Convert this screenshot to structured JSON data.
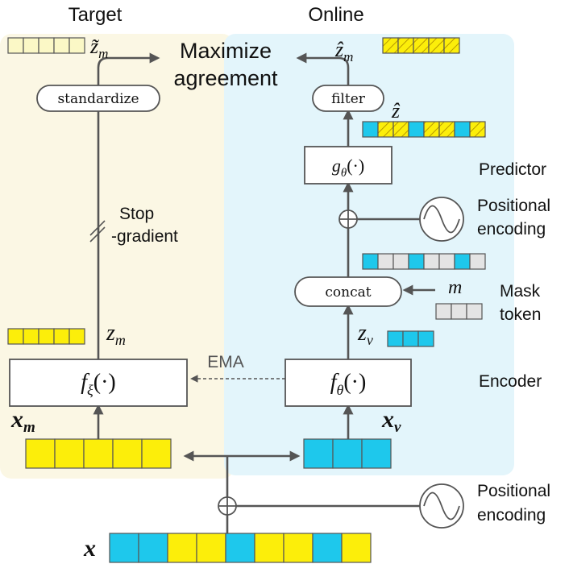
{
  "titles": {
    "target": "Target",
    "online": "Online"
  },
  "objective": {
    "line1": "Maximize",
    "line2": "agreement"
  },
  "nodes": {
    "standardize": "standardize",
    "filter": "filter",
    "concat": "concat",
    "predictor_fn": {
      "base": "g",
      "sub": "θ",
      "args": "(·)"
    },
    "target_encoder_fn": {
      "base": "f",
      "sub": "ξ",
      "args": "(·)"
    },
    "online_encoder_fn": {
      "base": "f",
      "sub": "θ",
      "args": "(·)"
    }
  },
  "side_labels": {
    "predictor": "Predictor",
    "positional_encoding_1": "Positional",
    "positional_encoding_2": "encoding",
    "mask_token_1": "Mask",
    "mask_token_2": "token",
    "encoder": "Encoder",
    "stop_gradient_1": "Stop",
    "stop_gradient_2": "-gradient",
    "ema": "EMA"
  },
  "math_labels": {
    "z_tilde_m": {
      "base": "z̃",
      "sub": "m"
    },
    "z_hat_m": {
      "base": "ẑ",
      "sub": "m"
    },
    "z_hat": {
      "base": "ẑ"
    },
    "z_m": {
      "base": "z",
      "sub": "m"
    },
    "z_v": {
      "base": "z",
      "sub": "v"
    },
    "x_m": {
      "base": "x",
      "sub": "m"
    },
    "x_v": {
      "base": "x",
      "sub": "v"
    },
    "x": {
      "base": "x"
    },
    "m": {
      "base": "m"
    }
  },
  "colors": {
    "yellow": "#fcee0a",
    "cyan": "#1ec8ec",
    "gray": "#e4e4e4",
    "pale_yellow": "#fbf8c6",
    "hatch_line": "#b89a00",
    "target_panel": "#fbf7e4",
    "online_panel": "#e3f5fb",
    "line": "#555555"
  },
  "token_strips": {
    "input_x": [
      "yellow-token",
      "cyan",
      "yellow",
      "yellow",
      "cyan",
      "yellow",
      "yellow",
      "cyan",
      "yellow"
    ],
    "x_m": [
      "yellow",
      "yellow",
      "yellow",
      "yellow",
      "yellow"
    ],
    "x_v": [
      "cyan",
      "cyan",
      "cyan"
    ],
    "z_m": [
      "yellow",
      "yellow",
      "yellow",
      "yellow",
      "yellow"
    ],
    "z_v": [
      "cyan",
      "cyan",
      "cyan"
    ],
    "mask_token": [
      "gray",
      "gray",
      "gray"
    ],
    "concat_out": [
      "cyan",
      "gray",
      "gray",
      "cyan",
      "gray",
      "gray",
      "cyan",
      "gray"
    ],
    "z_hat": [
      "cyan",
      "hatched",
      "hatched",
      "cyan",
      "hatched",
      "hatched",
      "cyan",
      "hatched"
    ],
    "z_hat_m": [
      "hatched",
      "hatched",
      "hatched",
      "hatched",
      "hatched"
    ],
    "z_tilde_m": [
      "pale",
      "pale",
      "pale",
      "pale",
      "pale"
    ]
  }
}
